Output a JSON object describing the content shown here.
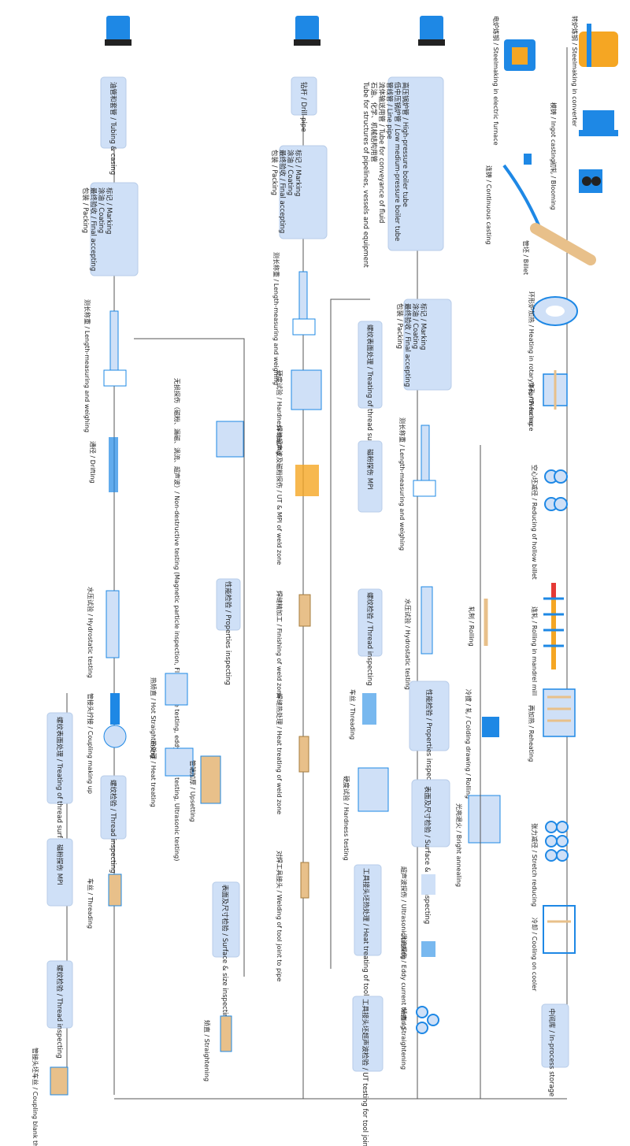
{
  "colors": {
    "box_fill": "#cfe0f7",
    "steel_orange": "#f5a623",
    "blue": "#1e88e5",
    "tan": "#e8c08a"
  },
  "rows": {
    "top": {
      "steps": [
        {
          "label": "转炉炼钢 / Steelmaking in converter",
          "icon": "converter-icon"
        },
        {
          "label": "模铸 / Ingot casting",
          "icon": "ingot-mold-icon"
        },
        {
          "label": "初轧 / Blooming",
          "icon": "blooming-mill-icon"
        },
        {
          "label": "管坯 / Billet",
          "icon": "billet-icon"
        },
        {
          "label": "环形炉加热 / Heating in rotary hearth furnace",
          "icon": "rotary-furnace-icon"
        },
        {
          "label": "穿孔 / Piercing",
          "icon": "piercing-rolls-icon"
        },
        {
          "label": "空心坯减径 / Reducing of hollow billet",
          "icon": "reducing-rolls-icon"
        },
        {
          "label": "连轧 / Rolling in mandrel mill",
          "icon": "mandrel-mill-icon"
        },
        {
          "label": "再加热 / Reheating",
          "icon": "reheat-furnace-icon"
        },
        {
          "label": "张力减径 / Stretch reducing",
          "icon": "stretch-reducer-icon"
        },
        {
          "label": "冷却 / Cooling on cooler",
          "icon": "cooling-bed-icon"
        },
        {
          "label": "中间库 / In-process storage",
          "icon": "storage-box"
        }
      ],
      "electric": {
        "label": "电炉炼钢 / Steelmaking in electric furnace"
      },
      "continuous": {
        "label": "连铸 / Continuous casting"
      }
    },
    "col1": {
      "product": "高压锅炉管 / High-pressure boiler tube\n低中压锅炉管 / Low medium-pressure boiler tube\n管线管 / Line pipe\n流体输送用管 / Tube for conveyance of fluid\n石油、化学、机械结构用管\nTube for structures of pipelines, vessels and equipment",
      "final": "标记 / Marking\n涂油 / Coating\n最终验收 / Final accepting\n包装 / Packing",
      "length": "测长称重 / Length-measuring and weighing",
      "hydro": "水压试验 / Hydrostatic testing",
      "rolling": "轧制 / Rolling",
      "cold": "冷拔 / 轧 / Colding drawing / Rolling",
      "anneal": "光亮退火 / Bright annealing",
      "props": "性能检验 / Properties inspecting",
      "surface": "表面及尺寸检验 / Surface & size inspecting",
      "ultra": "超声波探伤 / Ultrasonic testing",
      "eddy": "涡流探伤 / Eddy current testing",
      "straight": "矫直 / Straightening"
    },
    "col2": {
      "product": "钻杆 / Drill pipe",
      "final": "标记 / Marking\n涂油 / Coating\n最终验收 / Final accepting\n包装 / Packing",
      "length": "测长称重 / Length-measuring and weighing",
      "hardness": "硬度试验 / Hardness testing",
      "ut_weld": "焊缝超声波及磁粉探伤 / UT & MPI of weld zone",
      "finishing": "焊缝精加工 / Finishing of weld zone",
      "heat_weld": "焊缝热处理 / Heat treating of weld zone",
      "welding": "对焊工具接头 / Welding of tool joint to pipe",
      "thread_surface": "螺纹表面处理 / Treating of thread surface",
      "mpi": "磁粉探伤 MPI",
      "thread_insp": "螺纹检验 / Thread inspecting",
      "threading": "车丝 / Threading",
      "hardness2": "硬度试验 / Hardness testing",
      "tj_heat": "工具接头坯热处理 / Heat treating of tool joint blank",
      "tj_ut": "工具接头坯超声波检验 / UT testing for tool joint blank",
      "props": "性能检验 / Properties inspecting",
      "ndt": "无损探伤（磁粉、漏磁、涡流、超声波）/ Non-destructive testing (Magnetic particle inspection, Flux leakage testing, eddy current testing, Ultrasonic testing)",
      "hot_straight": "热矫直 / Hot Straightening",
      "heat_treat": "热处理 / Heat treating",
      "upset": "管端加厚 / Upsetting",
      "surface2": "表面及尺寸检验 / Surface & size inspecting",
      "straight2": "矫直 / Straightening"
    },
    "col3": {
      "product": "油管和套管 / Tubing & casing",
      "final": "标记 / Marking\n涂油 / Coating\n最终验收 / Final accepting\n包装 / Packing",
      "length": "测长称重 / Length-measuring and weighing",
      "drift": "通径 / Drifting",
      "hydro": "水压试验 / Hydrostatic testing",
      "coupling": "管接头拧接 / Coupling making up",
      "thread_insp": "螺纹检验 / Thread inspecting",
      "threading": "车丝 / Threading",
      "thread_surface": "螺纹表面处理 / Treating of thread surface",
      "mpi": "磁粉探伤 MPI",
      "thread_insp2": "螺纹检验 / Thread inspecting",
      "blank": "管接头坯车丝 / Coupling blank threading"
    }
  }
}
